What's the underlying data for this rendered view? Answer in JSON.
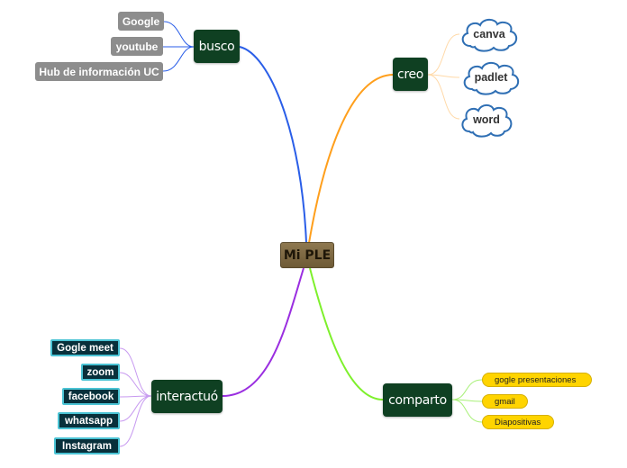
{
  "center": "Mi PLE",
  "branches": {
    "busco": {
      "label": "busco",
      "color": "#2a5ee8",
      "children": [
        "Google",
        "youtube",
        "Hub de información UC"
      ]
    },
    "creo": {
      "label": "creo",
      "color": "#ff9f1c",
      "children": [
        "canva",
        "padlet",
        "word"
      ]
    },
    "interactuo": {
      "label": "interactuó",
      "color": "#9a2ee0",
      "children": [
        "Gogle meet",
        "zoom",
        "facebook",
        "whatsapp",
        "Instagram"
      ]
    },
    "comparto": {
      "label": "comparto",
      "color": "#7ef02c",
      "children": [
        "gogle presentaciones",
        "gmail",
        "Diapositivas"
      ]
    }
  }
}
